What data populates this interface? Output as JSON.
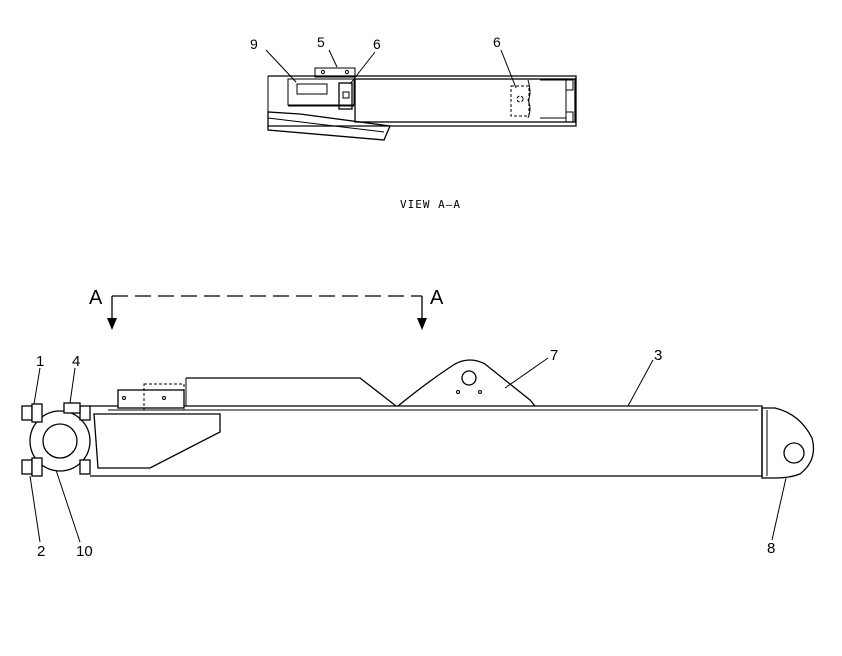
{
  "view_title": "VIEW A—A",
  "section": {
    "left": "A",
    "right": "A"
  },
  "top_callouts": [
    "9",
    "5",
    "6",
    "6"
  ],
  "main_callouts": [
    "1",
    "4",
    "7",
    "3",
    "2",
    "10",
    "8"
  ]
}
